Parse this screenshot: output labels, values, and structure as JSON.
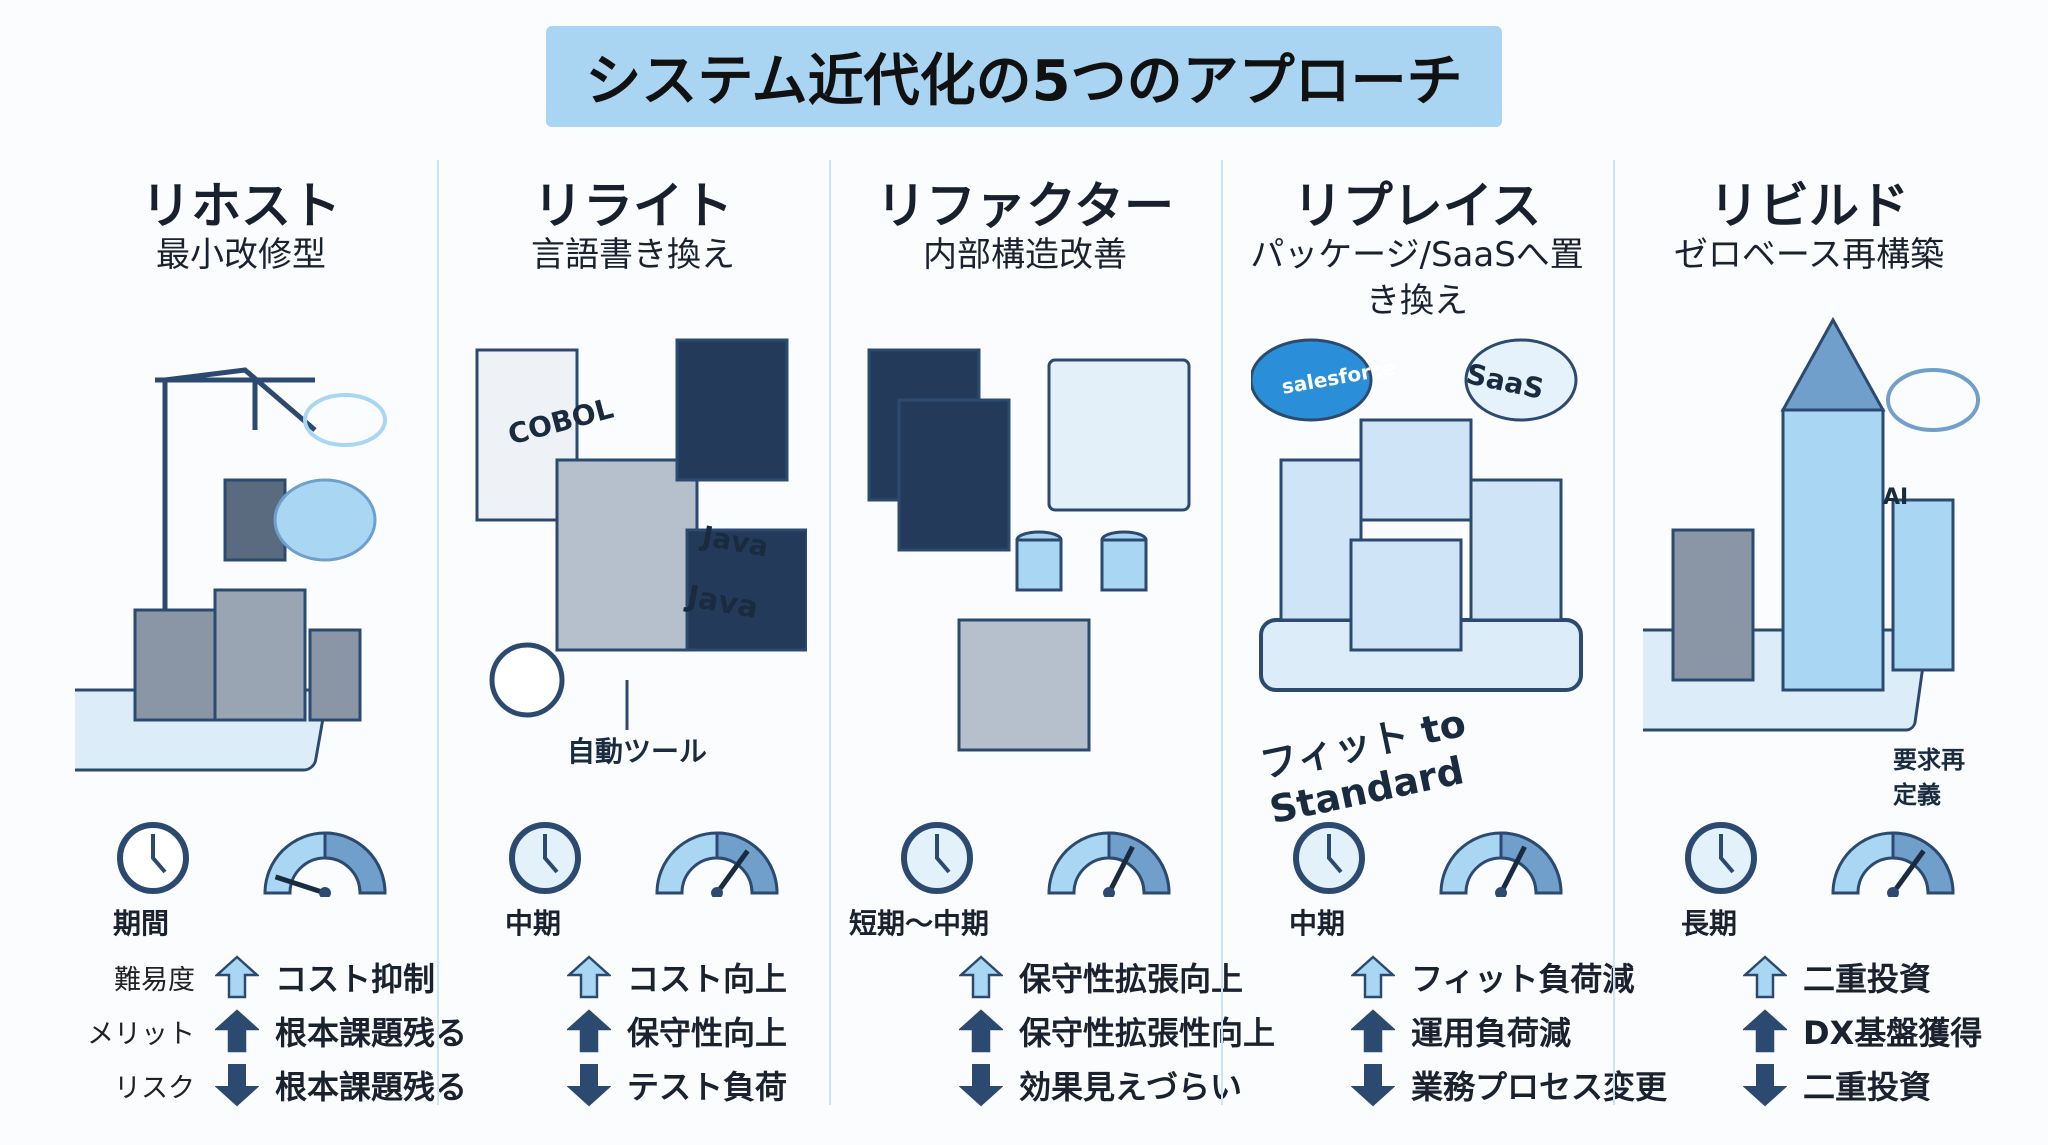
{
  "title": "システム近代化の5つのアプローチ",
  "row_labels": [
    "難易度",
    "メリット",
    "リスク"
  ],
  "colors": {
    "title_bg": "#a9d4f2",
    "dark": "#2c4a70",
    "light": "#a8d6f3",
    "divider": "#cfe3f3"
  },
  "columns": [
    {
      "name": "リホスト",
      "subtitle": "最小改修型",
      "period": "期間",
      "difficulty": 0.1,
      "labels": [],
      "rows": [
        {
          "icon": "arrow-up-outline-icon",
          "text": "コスト抑制"
        },
        {
          "icon": "arrow-up-filled-icon",
          "text": "根本課題残る"
        },
        {
          "icon": "arrow-down-icon",
          "text": "根本課題残る"
        }
      ]
    },
    {
      "name": "リライト",
      "subtitle": "言語書き換え",
      "period": "中期",
      "difficulty": 0.7,
      "labels": [
        "COBOL",
        "Java",
        "Java",
        "自動ツール"
      ],
      "rows": [
        {
          "icon": "arrow-up-outline-icon",
          "text": "コスト向上"
        },
        {
          "icon": "arrow-up-filled-icon",
          "text": "保守性向上"
        },
        {
          "icon": "arrow-down-icon",
          "text": "テスト負荷"
        }
      ]
    },
    {
      "name": "リファクター",
      "subtitle": "内部構造改善",
      "period": "短期〜中期",
      "difficulty": 0.65,
      "labels": [],
      "rows": [
        {
          "icon": "arrow-up-outline-icon",
          "text": "保守性拡張向上"
        },
        {
          "icon": "arrow-up-filled-icon",
          "text": "保守性拡張性向上"
        },
        {
          "icon": "arrow-down-icon",
          "text": "効果見えづらい"
        }
      ]
    },
    {
      "name": "リプレイス",
      "subtitle": "パッケージ/SaaSへ置き換え",
      "period": "中期",
      "difficulty": 0.65,
      "labels": [
        "salesforce",
        "SaaS",
        "フィット to Standard"
      ],
      "rows": [
        {
          "icon": "arrow-up-outline-icon",
          "text": "フィット負荷減"
        },
        {
          "icon": "arrow-up-filled-icon",
          "text": "運用負荷減"
        },
        {
          "icon": "arrow-down-icon",
          "text": "業務プロセス変更"
        }
      ]
    },
    {
      "name": "リビルド",
      "subtitle": "ゼロベース再構築",
      "period": "長期",
      "difficulty": 0.7,
      "labels": [
        "AI",
        "要求再定義"
      ],
      "rows": [
        {
          "icon": "arrow-up-outline-icon",
          "text": "二重投資"
        },
        {
          "icon": "arrow-up-filled-icon",
          "text": "DX基盤獲得"
        },
        {
          "icon": "arrow-down-icon",
          "text": "二重投資"
        }
      ]
    }
  ]
}
